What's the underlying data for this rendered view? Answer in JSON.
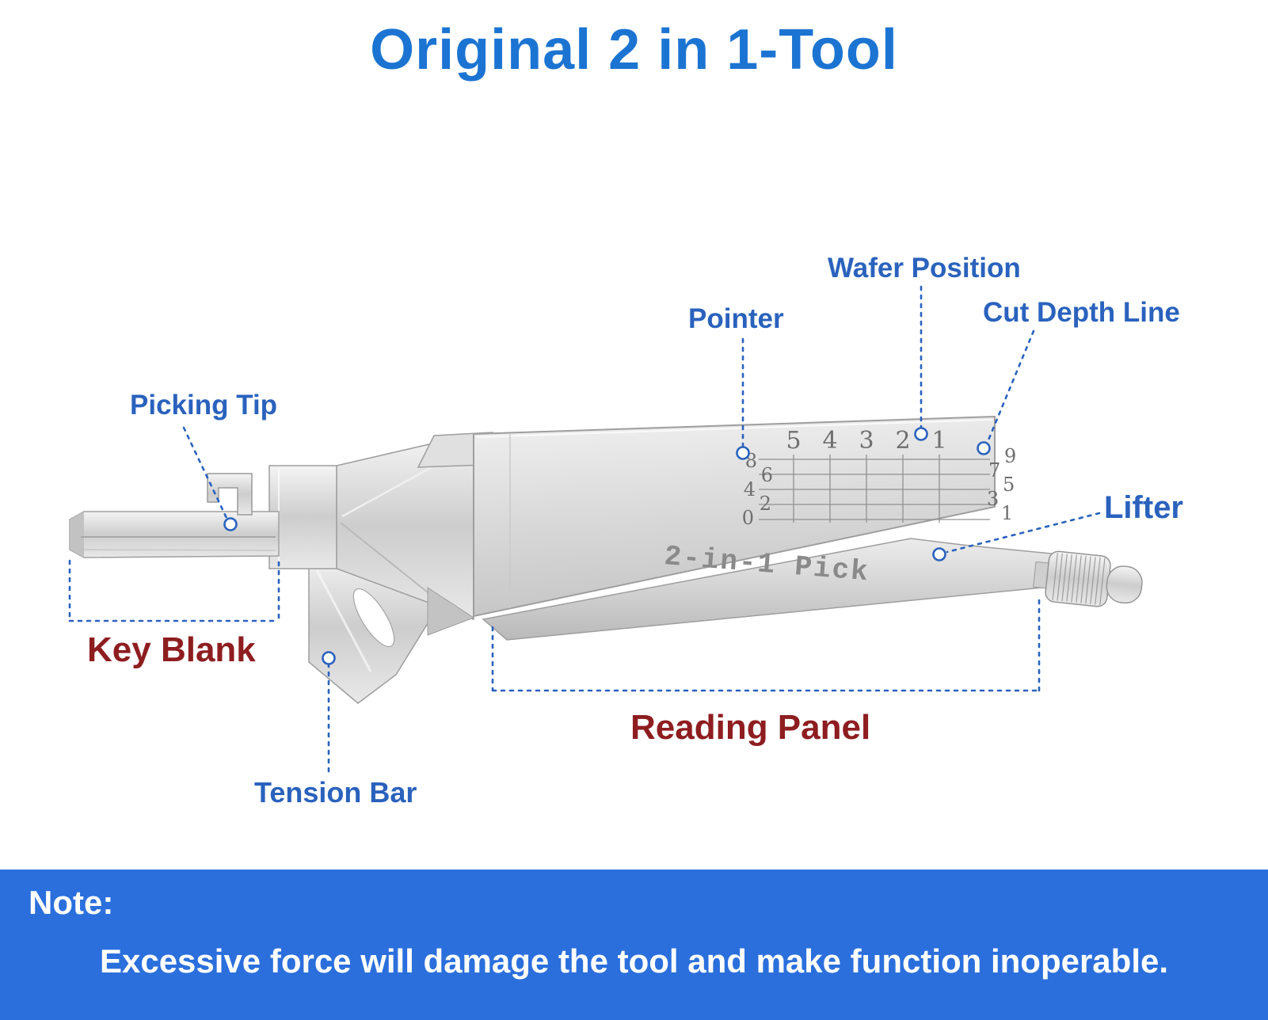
{
  "title": "Original 2 in 1-Tool",
  "labels": {
    "picking_tip": "Picking Tip",
    "pointer": "Pointer",
    "wafer_position": "Wafer Position",
    "cut_depth_line": "Cut Depth Line",
    "lifter": "Lifter",
    "key_blank": "Key Blank",
    "tension_bar": "Tension Bar",
    "reading_panel": "Reading Panel"
  },
  "tool": {
    "engraving": "2-in-1 Pick",
    "scale_top": [
      "5",
      "4",
      "3",
      "2",
      "1"
    ],
    "scale_left": [
      "8",
      "6",
      "4",
      "2",
      "0"
    ],
    "scale_right": [
      "9",
      "7",
      "5",
      "3",
      "1"
    ]
  },
  "note": {
    "heading": "Note:",
    "text": "Excessive force will damage the tool and make function inoperable."
  },
  "colors": {
    "title_blue": "#1c74d2",
    "label_blue": "#2a62bd",
    "dark_red": "#8e1d20",
    "banner_blue": "#2b6fdd",
    "metal_gray": "#d4d4d4"
  }
}
